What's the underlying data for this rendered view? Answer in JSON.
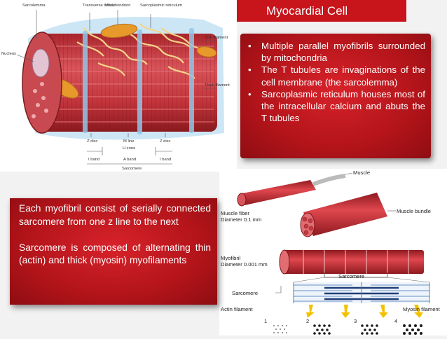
{
  "title": "Myocardial Cell",
  "bullets": [
    "Multiple parallel myofibrils surrounded by mitochondria",
    "The T tubules are invaginations of the cell membrane (the sarcolemma)",
    "Sarcoplasmic reticulum houses most of the intracellular calcium and abuts the T tubules"
  ],
  "side_text": {
    "para1": "Each myofibril consist of serially connected sarcomere from one z line to the next",
    "para2": "Sarcomere is composed of alternating thin (actin) and thick (myosin) myofilaments"
  },
  "cell_illustration": {
    "labels": {
      "sarcolemma": "Sarcolemma",
      "transverse_tubule": "Transverse tubule",
      "mitochondrion": "Mitochondrion",
      "sarcoplasmic_reticulum": "Sarcoplasmic reticulum",
      "nucleus": "Nucleus",
      "thin_filament": "Thin filament",
      "thick_filament": "Thick filament",
      "z_disc_left": "Z disc",
      "m_line": "M line",
      "z_disc_right": "Z disc",
      "h_zone": "H zone",
      "i_band_left": "I band",
      "a_band": "A band",
      "i_band_right": "I band",
      "sarcomere": "Sarcomere"
    }
  },
  "muscle_illustration": {
    "labels": {
      "muscle": "Muscle",
      "muscle_fiber": "Muscle fiber",
      "muscle_fiber_diameter": "Diameter 0.1 mm",
      "muscle_bundle": "Muscle bundle",
      "myofibril": "Myofibril",
      "myofibril_diameter": "Diameter 0.001 mm",
      "sarcomere": "Sarcomere",
      "sarcomere_2": "Sarcomere",
      "actin_filament": "Actin filament",
      "myosin_filament": "Myosin filament",
      "n1": "1",
      "n2": "2",
      "n3": "3",
      "n4": "4"
    }
  },
  "colors": {
    "accent_red": "#c8141b",
    "muscle_red": "#c0262c",
    "mitochondria_orange": "#e79a2b",
    "reticulum_blue": "#8fc6e8",
    "tubule_yellow": "#f3d48a"
  }
}
